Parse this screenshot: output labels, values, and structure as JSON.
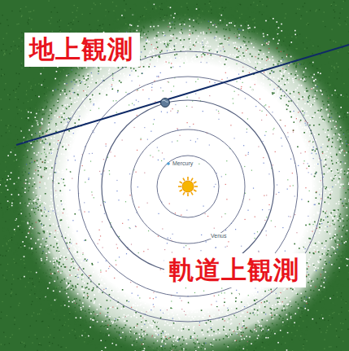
{
  "diagram": {
    "nodes": [
      {
        "text": [
          "地上観測"
        ]
      },
      {
        "text": [
          "軌道上観測"
        ]
      }
    ],
    "labels": [
      "Mercury",
      "Venus"
    ]
  }
}
